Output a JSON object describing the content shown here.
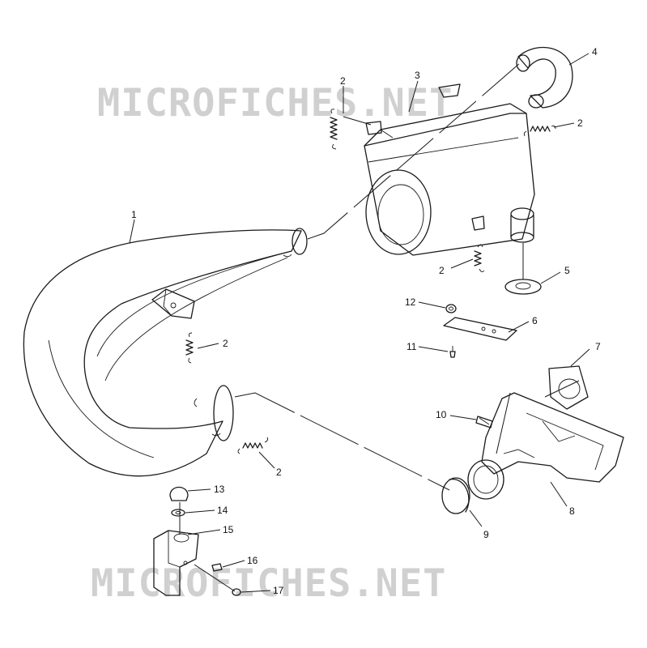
{
  "watermark": {
    "text": "MICROFICHES.NET",
    "color": "#d0d0d0"
  },
  "callouts": [
    "1",
    "2",
    "3",
    "4",
    "5",
    "6",
    "7",
    "8",
    "9",
    "10",
    "11",
    "12",
    "13",
    "14",
    "15",
    "16",
    "17"
  ]
}
